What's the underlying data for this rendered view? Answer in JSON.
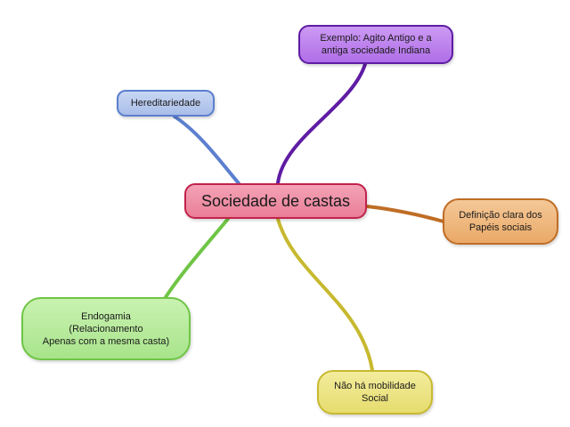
{
  "central": {
    "label": "Sociedade de castas"
  },
  "branches": {
    "hereditariedade": {
      "lines": [
        "Hereditariedade"
      ],
      "color": "#5c7fcf"
    },
    "exemplo": {
      "lines": [
        "Exemplo: Agito Antigo e a",
        "antiga sociedade Indiana"
      ],
      "color": "#5f1ca4"
    },
    "definicao": {
      "lines": [
        "Definição clara dos",
        "Papéis sociais"
      ],
      "color": "#bf6d25"
    },
    "endogamia": {
      "lines": [
        "Endogamia",
        "(Relacionamento",
        "Apenas com a mesma casta)"
      ],
      "color": "#6fc545"
    },
    "mobilidade": {
      "lines": [
        "Não há mobilidade",
        "Social"
      ],
      "color": "#c7b92f"
    }
  }
}
